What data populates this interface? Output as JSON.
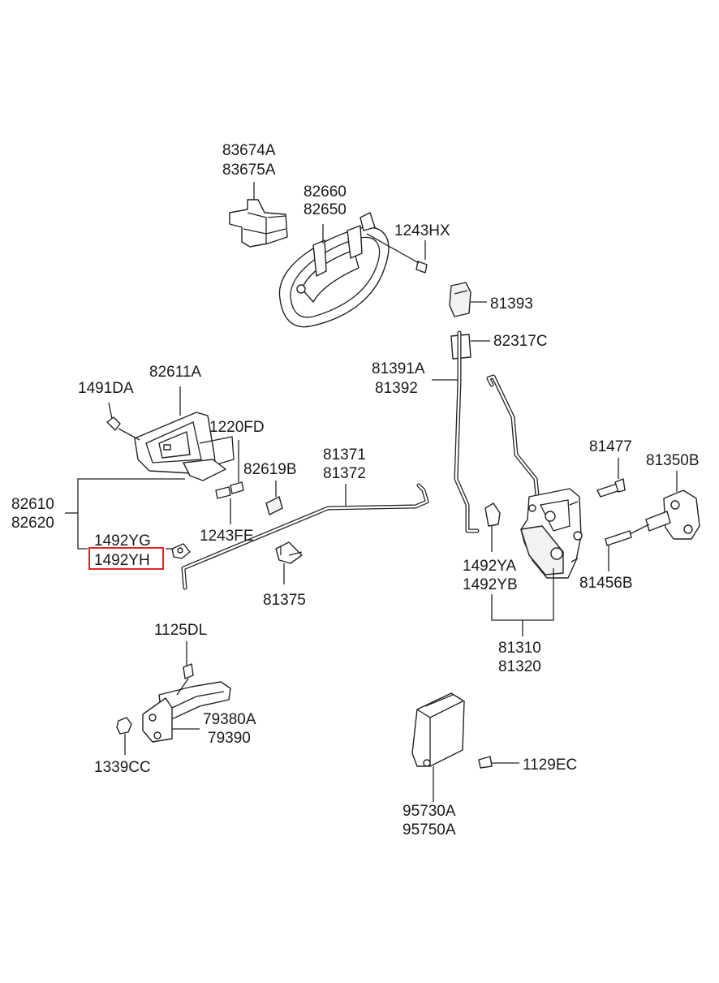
{
  "labels": {
    "p83674A": "83674A",
    "p83675A": "83675A",
    "p82660": "82660",
    "p82650": "82650",
    "p1243HX": "1243HX",
    "p81393": "81393",
    "p82317C": "82317C",
    "p81391A": "81391A",
    "p81392": "81392",
    "p82611A": "82611A",
    "p1491DA": "1491DA",
    "p1220FD": "1220FD",
    "p82619B": "82619B",
    "p81371": "81371",
    "p81372": "81372",
    "p81477": "81477",
    "p81350B": "81350B",
    "p82610": "82610",
    "p82620": "82620",
    "p1492YG": "1492YG",
    "p1492YH": "1492YH",
    "p1243FE": "1243FE",
    "p81375": "81375",
    "p1492YA": "1492YA",
    "p1492YB": "1492YB",
    "p81456B": "81456B",
    "p81310": "81310",
    "p81320": "81320",
    "p1125DL": "1125DL",
    "p79380A": "79380A",
    "p79390": "79390",
    "p1339CC": "1339CC",
    "p1129EC": "1129EC",
    "p95730A": "95730A",
    "p95750A": "95750A"
  },
  "highlight": {
    "part": "1492YH",
    "color": "#e0262a"
  }
}
